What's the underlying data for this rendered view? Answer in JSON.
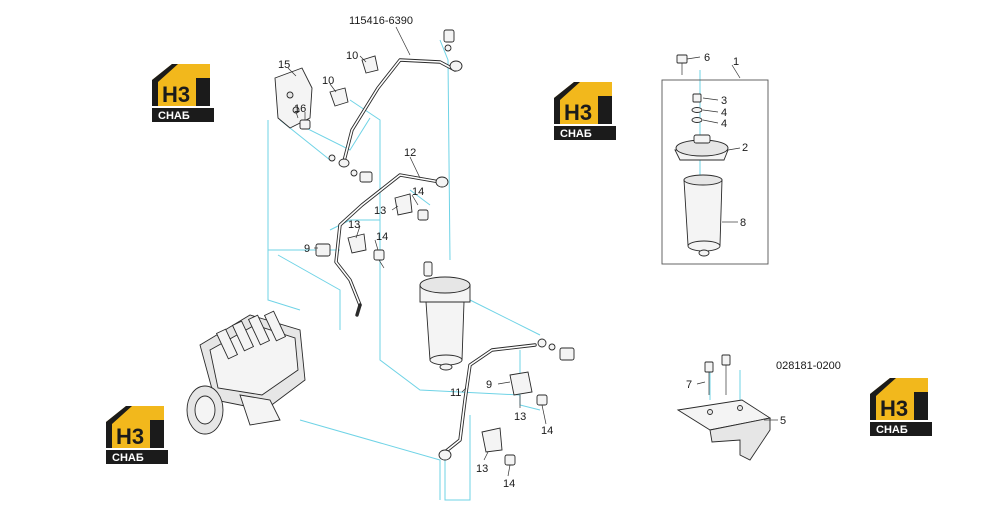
{
  "diagram": {
    "part_numbers": {
      "fuel_pipe": "115416-6390",
      "bracket_assembly": "028181-0200"
    },
    "callouts": {
      "c15": "15",
      "c16": "16",
      "c10a": "10",
      "c10b": "10",
      "c12": "12",
      "c14a": "14",
      "c13a": "13",
      "c9a": "9",
      "c13b": "13",
      "c14b": "14",
      "c11": "11",
      "c9b": "9",
      "c13c": "13",
      "c14c": "14",
      "c13d": "13",
      "c14d": "14",
      "c1": "1",
      "c6": "6",
      "c3": "3",
      "c4a": "4",
      "c4b": "4",
      "c2": "2",
      "c8": "8",
      "c7": "7",
      "c5": "5"
    },
    "watermark": {
      "brand_mark": "H3",
      "brand_text": "СНАБ",
      "accent_color": "#f2b81c",
      "dark_color": "#1b1b1b"
    }
  }
}
